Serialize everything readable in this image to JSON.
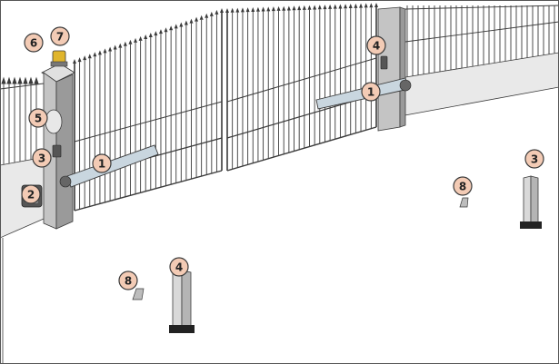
{
  "callouts": [
    {
      "id": "motor-left",
      "label": "1"
    },
    {
      "id": "motor-right",
      "label": "1"
    },
    {
      "id": "keypad",
      "label": "2"
    },
    {
      "id": "photocell-pillar",
      "label": "3"
    },
    {
      "id": "photocell-post-right",
      "label": "3"
    },
    {
      "id": "photocell-pillar-right",
      "label": "4"
    },
    {
      "id": "photocell-post-front",
      "label": "4"
    },
    {
      "id": "key-selector",
      "label": "5"
    },
    {
      "id": "flashing-light",
      "label": "6"
    },
    {
      "id": "antenna",
      "label": "7"
    },
    {
      "id": "ground-stop-left",
      "label": "8"
    },
    {
      "id": "ground-stop-right",
      "label": "8"
    }
  ],
  "colors": {
    "outline": "#3a3a3a",
    "wall": "#e9e9e9",
    "wall_top": "#f2f2f2",
    "pillar": "#bdbdbd",
    "pillar_dark": "#9a9a9a",
    "callout_fill": "#f3cbb5",
    "motor": "#c9d6df",
    "post": "#d9d9d9"
  }
}
